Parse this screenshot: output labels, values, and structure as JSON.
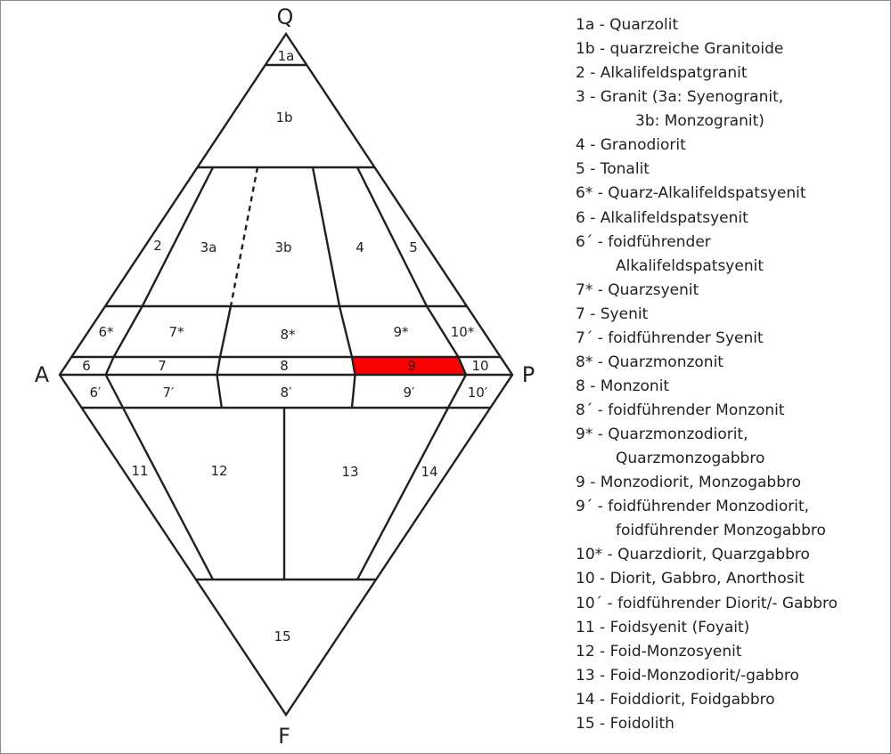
{
  "diagram": {
    "vertices": {
      "Q": "Q",
      "A": "A",
      "P": "P",
      "F": "F"
    },
    "fields": {
      "f1a": "1a",
      "f1b": "1b",
      "f2": "2",
      "f3a": "3a",
      "f3b": "3b",
      "f4": "4",
      "f5": "5",
      "f6s": "6*",
      "f7s": "7*",
      "f8s": "8*",
      "f9s": "9*",
      "f10s": "10*",
      "f6": "6",
      "f7": "7",
      "f8": "8",
      "f9": "9",
      "f10": "10",
      "f6p": "6′",
      "f7p": "7′",
      "f8p": "8′",
      "f9p": "9′",
      "f10p": "10′",
      "f11": "11",
      "f12": "12",
      "f13": "13",
      "f14": "14",
      "f15": "15"
    },
    "highlight_color": "#ff0000",
    "line_color": "#231f20"
  },
  "legend": [
    {
      "lines": [
        "1a - Quarzolit"
      ]
    },
    {
      "lines": [
        "1b - quarzreiche Granitoide"
      ]
    },
    {
      "lines": [
        "2 - Alkalifeldspatgranit"
      ]
    },
    {
      "lines": [
        "3 - Granit (3a: Syenogranit,",
        "3b: Monzogranit)"
      ]
    },
    {
      "lines": [
        "4 - Granodiorit"
      ]
    },
    {
      "lines": [
        "5 - Tonalit"
      ]
    },
    {
      "lines": [
        "6* - Quarz-Alkalifeldspatsyenit"
      ]
    },
    {
      "lines": [
        "6 - Alkalifeldspatsyenit"
      ]
    },
    {
      "lines": [
        "6´ - foidführender",
        "Alkalifeldspatsyenit"
      ]
    },
    {
      "lines": [
        "7* - Quarzsyenit"
      ]
    },
    {
      "lines": [
        "7 - Syenit"
      ]
    },
    {
      "lines": [
        "7´ - foidführender Syenit"
      ]
    },
    {
      "lines": [
        "8* - Quarzmonzonit"
      ]
    },
    {
      "lines": [
        "8 - Monzonit"
      ]
    },
    {
      "lines": [
        "8´ - foidführender Monzonit"
      ]
    },
    {
      "lines": [
        "9* - Quarzmonzodiorit,",
        "Quarzmonzogabbro"
      ]
    },
    {
      "lines": [
        "9 - Monzodiorit, Monzogabbro"
      ]
    },
    {
      "lines": [
        "9´ - foidführender Monzodiorit,",
        "foidführender Monzogabbro"
      ]
    },
    {
      "lines": [
        "10* - Quarzdiorit, Quarzgabbro"
      ]
    },
    {
      "lines": [
        "10 - Diorit, Gabbro, Anorthosit"
      ]
    },
    {
      "lines": [
        "10´ - foidführender Diorit/- Gabbro"
      ]
    },
    {
      "lines": [
        "11 - Foidsyenit (Foyait)"
      ]
    },
    {
      "lines": [
        "12 - Foid-Monzosyenit"
      ]
    },
    {
      "lines": [
        "13 - Foid-Monzodiorit/-gabbro"
      ]
    },
    {
      "lines": [
        "14 - Foiddiorit, Foidgabbro"
      ]
    },
    {
      "lines": [
        "15 - Foidolith"
      ]
    }
  ]
}
